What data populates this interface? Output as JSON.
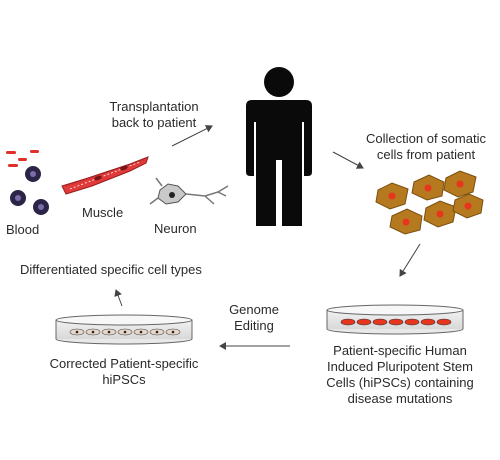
{
  "labels": {
    "transplant_line1": "Transplantation",
    "transplant_line2": "back to patient",
    "collection_line1": "Collection of somatic",
    "collection_line2": "cells from patient",
    "blood": "Blood",
    "muscle": "Muscle",
    "neuron": "Neuron",
    "differentiated": "Differentiated specific cell types",
    "genome_line1": "Genome",
    "genome_line2": "Editing",
    "corrected_line1": "Corrected Patient-specific",
    "corrected_line2": "hiPSCs",
    "patient_line1": "Patient-specific Human",
    "patient_line2": "Induced Pluripotent Stem",
    "patient_line3": "Cells (hiPSCs) containing",
    "patient_line4": "disease mutations"
  },
  "colors": {
    "person": "#0a0a0a",
    "somatic_cell": "#b5791f",
    "somatic_nucleus": "#e8351e",
    "muscle": "#e03a3a",
    "blood_red": "#e0302a",
    "blood_white": "#2d2548",
    "arrow": "#444444"
  }
}
